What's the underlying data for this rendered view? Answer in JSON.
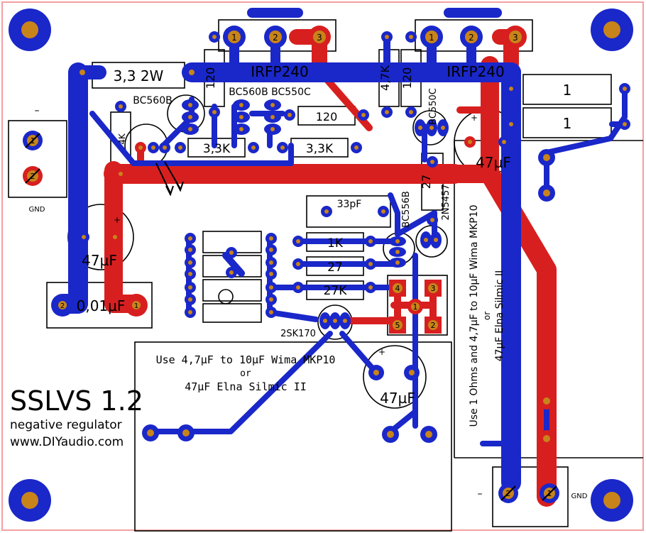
{
  "board": {
    "title": "SSLVS 1.2",
    "subtitle": "negative regulator",
    "website": "www.DIYaudio.com"
  },
  "colors": {
    "top_copper": "#d81f1f",
    "bottom_copper": "#1a27c9",
    "pad_fill": "#c8841a",
    "border": "#f3a0a0",
    "silk": "#000000"
  },
  "parts": {
    "r_33w": "3,3 2W",
    "r_120_a": "120",
    "r_120_b": "120",
    "r_120_c": "120",
    "r_47k": "4,7K",
    "r_1_a": "1",
    "r_1_b": "1",
    "r_33k_a": "3,3K",
    "r_33k_b": "3,3K",
    "r_1k": "1K",
    "r_27_a": "27",
    "r_27_b": "27",
    "r_27k": "27K",
    "r_4k_small": "4K",
    "c_33pf": "33pF",
    "c_47uf_left": "47µF",
    "c_47uf_right": "47µF",
    "c_47uf_bottom": "47µF",
    "c_001uf": "0,01µF",
    "q_irfp240_a": "IRFP240",
    "q_irfp240_b": "IRFP240",
    "q_bc560b_bc550c": "BC560B BC550C",
    "q_bc560b": "BC560B",
    "q_bc550c": "BC550C",
    "q_bc556b": "BC556B",
    "q_2n5457": "2N5457",
    "q_2sk170": "2SK170"
  },
  "terminals": {
    "left_minus": "–",
    "left_gnd": "GND",
    "right_minus": "–",
    "right_gnd": "GND",
    "pin1": "1",
    "pin2": "2",
    "pin3": "3",
    "pin4": "4",
    "pin5": "5",
    "plus": "+"
  },
  "notes": {
    "bottom_line1": "Use 4,7µF to 10µF Wima MKP10",
    "bottom_line2": "or",
    "bottom_line3": "47µF Elna Silmic II",
    "right_line1": "Use 1 Ohms and 4,7µF to 10µF Wima MKP10",
    "right_line2": "or",
    "right_line3": "47µF Elna Silmic II"
  }
}
